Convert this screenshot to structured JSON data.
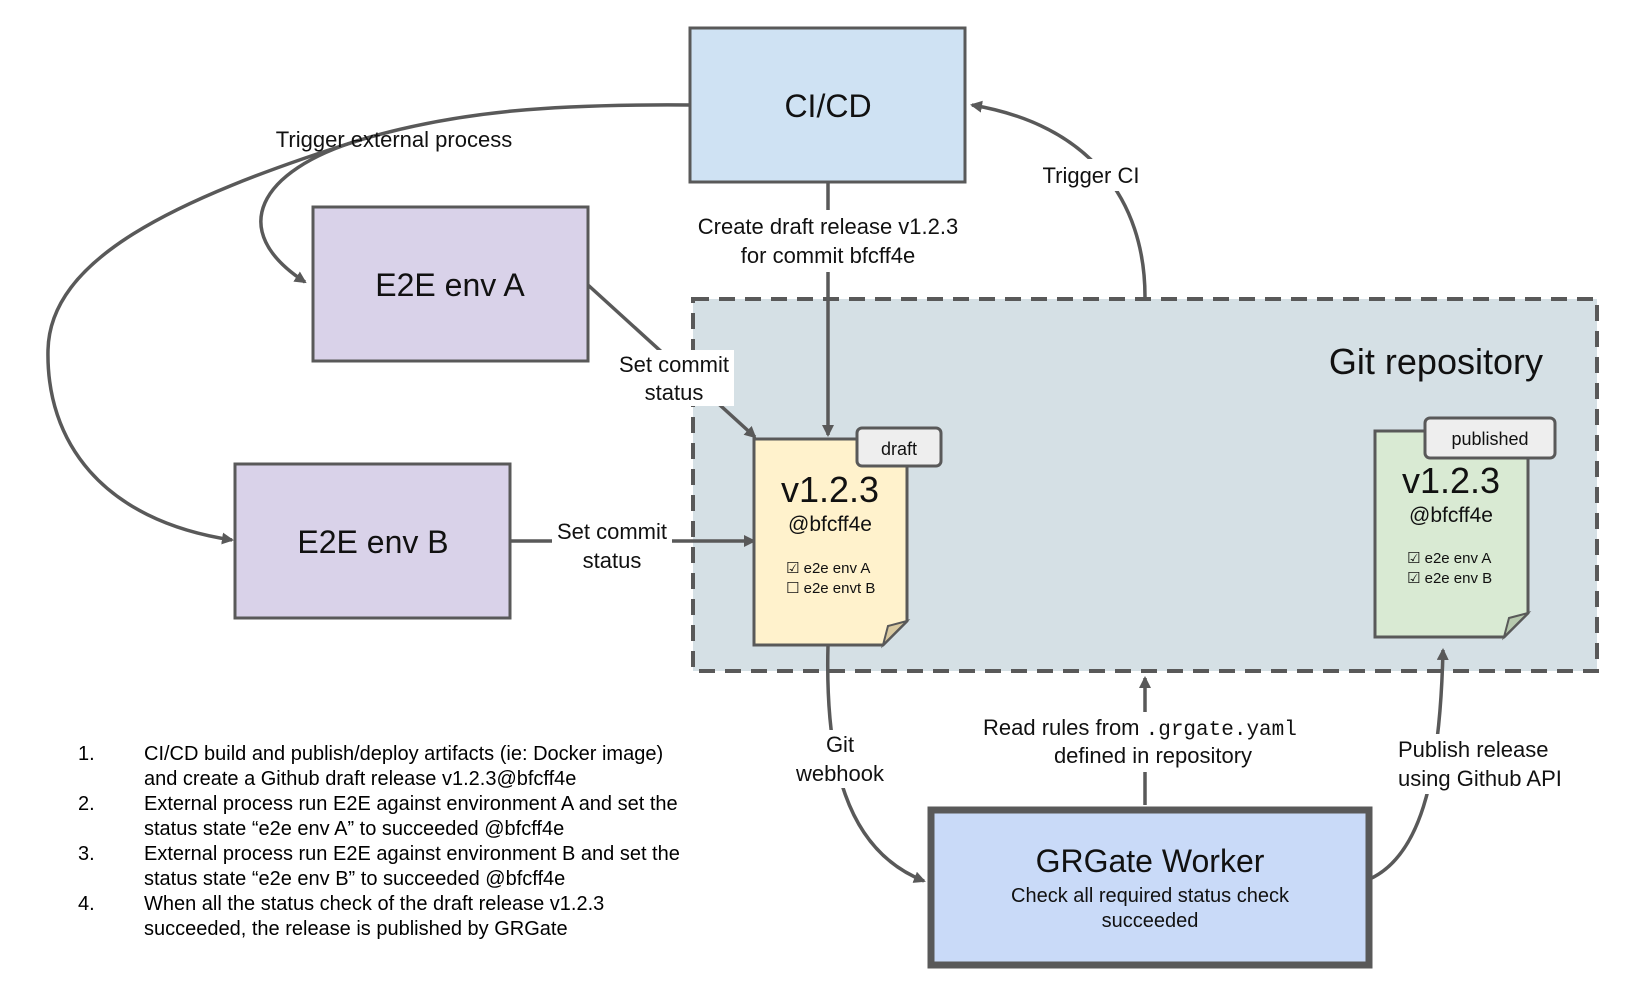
{
  "nodes": {
    "cicd": "CI/CD",
    "e2e_a": "E2E env A",
    "e2e_b": "E2E env B",
    "git_repo": "Git repository",
    "worker_title": "GRGate Worker",
    "worker_sub_1": "Check all required status check",
    "worker_sub_2": "succeeded"
  },
  "draft_doc": {
    "badge": "draft",
    "version": "v1.2.3",
    "commit": "@bfcff4e",
    "checks": [
      "☑ e2e env A",
      "☐ e2e envt B"
    ]
  },
  "published_doc": {
    "badge": "published",
    "version": "v1.2.3",
    "commit": "@bfcff4e",
    "checks": [
      "☑ e2e env A",
      "☑ e2e env B"
    ]
  },
  "edges": {
    "trigger_external": "Trigger external process",
    "trigger_ci": "Trigger CI",
    "create_draft_1": "Create draft release v1.2.3",
    "create_draft_2": "for commit bfcff4e",
    "set_status_a_1": "Set commit",
    "set_status_a_2": "status",
    "set_status_b_1": "Set commit",
    "set_status_b_2": "status",
    "git_webhook_1": "Git",
    "git_webhook_2": "webhook",
    "read_rules_prefix": "Read rules from ",
    "read_rules_file": ".grgate.yaml",
    "read_rules_2": "defined in repository",
    "publish_1": "Publish release",
    "publish_2": "using Github API"
  },
  "steps": [
    {
      "num": "1.",
      "lines": [
        "CI/CD build and publish/deploy artifacts (ie: Docker image)",
        "and create a Github draft release v1.2.3@bfcff4e"
      ]
    },
    {
      "num": "2.",
      "lines": [
        "External process run E2E against environment A and set the",
        "status state “e2e env A” to succeeded @bfcff4e"
      ]
    },
    {
      "num": "3.",
      "lines": [
        "External process run E2E against environment B and set the",
        "status state “e2e env B” to succeeded @bfcff4e"
      ]
    },
    {
      "num": "4.",
      "lines": [
        "When all the status check of the draft release v1.2.3",
        "succeeded, the release is published by GRGate"
      ]
    }
  ],
  "colors": {
    "cicd_fill": "#cfe2f3",
    "e2e_fill": "#d9d2e9",
    "repo_fill": "#d5e0e5",
    "draft_fill": "#fff2cc",
    "published_fill": "#d9ead3",
    "worker_fill": "#c9daf8",
    "stroke": "#595959"
  }
}
